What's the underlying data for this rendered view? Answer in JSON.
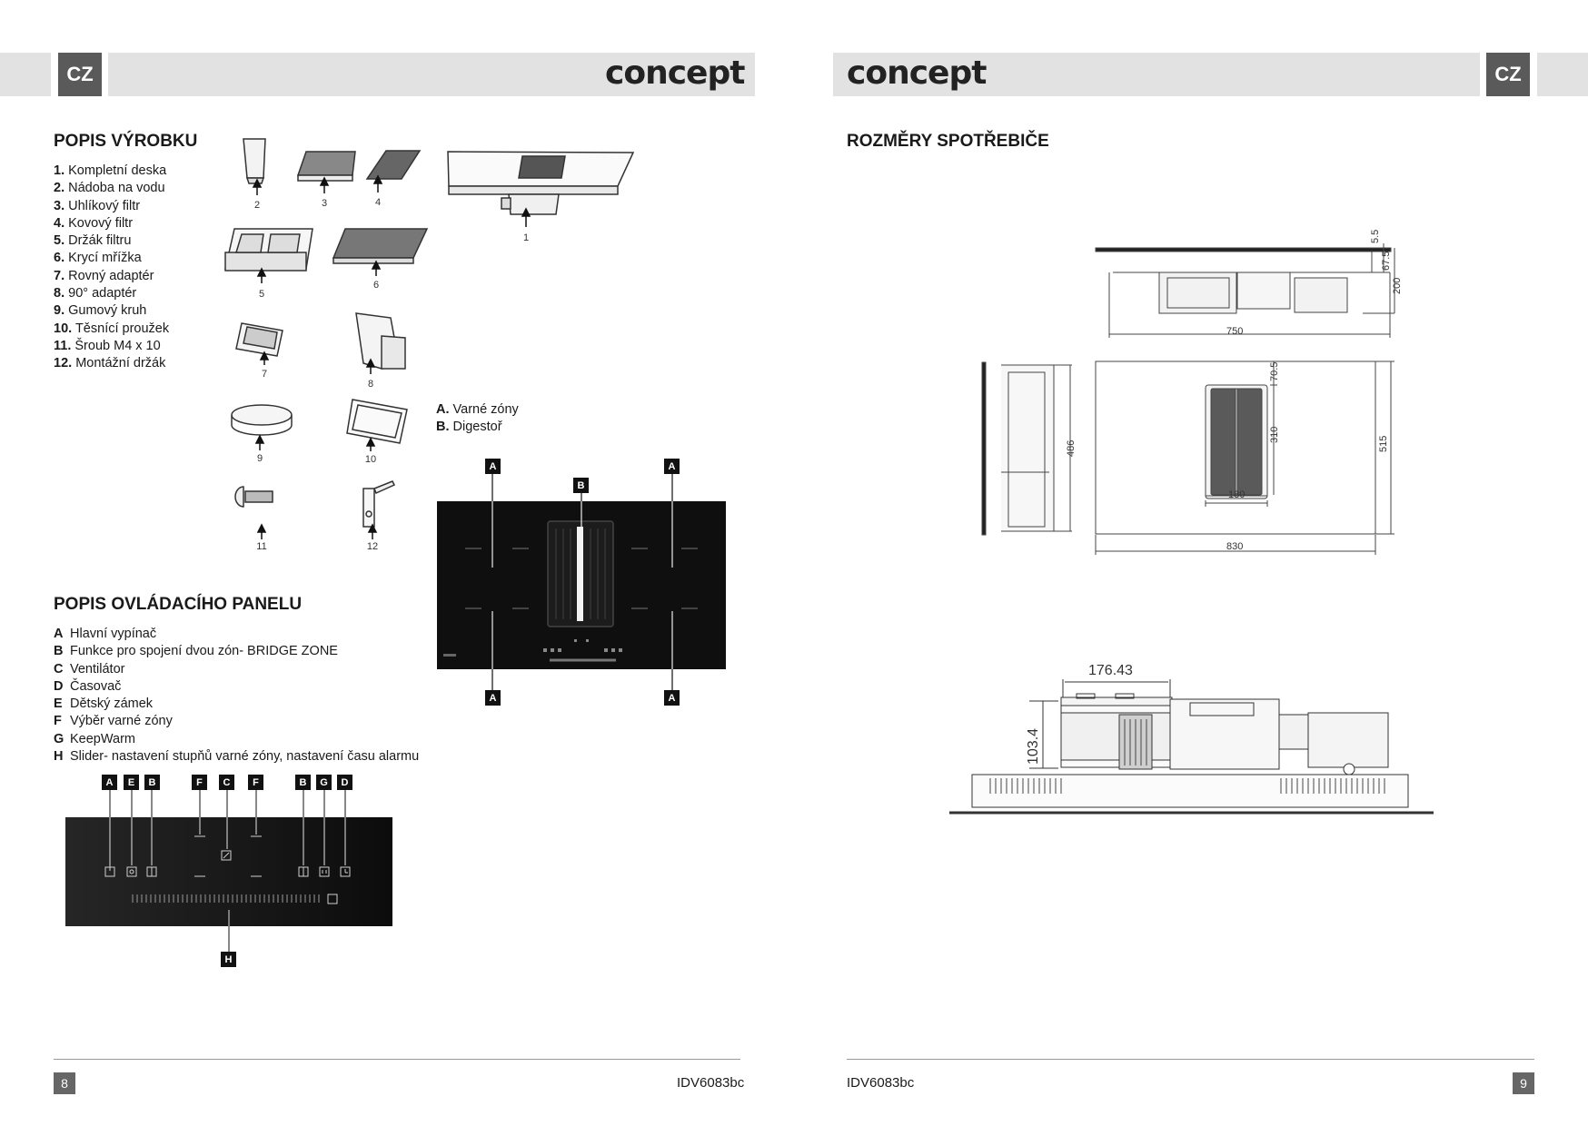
{
  "header": {
    "lang_left": "CZ",
    "lang_right": "CZ",
    "logo_left": "concept",
    "logo_right": "concept"
  },
  "left_page": {
    "product_title": "POPIS VÝROBKU",
    "parts": [
      {
        "num": "1.",
        "label": "Kompletní deska"
      },
      {
        "num": "2.",
        "label": "Nádoba na vodu"
      },
      {
        "num": "3.",
        "label": "Uhlíkový filtr"
      },
      {
        "num": "4.",
        "label": "Kovový filtr"
      },
      {
        "num": "5.",
        "label": "Držák filtru"
      },
      {
        "num": "6.",
        "label": "Krycí mřížka"
      },
      {
        "num": "7.",
        "label": "Rovný adaptér"
      },
      {
        "num": "8.",
        "label": "90° adaptér"
      },
      {
        "num": "9.",
        "label": "Gumový kruh"
      },
      {
        "num": "10.",
        "label": "Těsnící proužek"
      },
      {
        "num": "11.",
        "label": "Šroub M4 x 10"
      },
      {
        "num": "12.",
        "label": "Montážní držák"
      }
    ],
    "part_captions": [
      "1",
      "2",
      "3",
      "4",
      "5",
      "6",
      "7",
      "8",
      "9",
      "10",
      "11",
      "12"
    ],
    "zones": [
      {
        "key": "A.",
        "label": "Varné zóny"
      },
      {
        "key": "B.",
        "label": "Digestoř"
      }
    ],
    "zone_tags": [
      "A",
      "B",
      "A",
      "A",
      "A"
    ],
    "panel_title": "POPIS OVLÁDACÍHO PANELU",
    "controls": [
      {
        "key": "A",
        "label": "Hlavní vypínač"
      },
      {
        "key": "B",
        "label": "Funkce pro spojení dvou zón- BRIDGE ZONE"
      },
      {
        "key": "C",
        "label": "Ventilátor"
      },
      {
        "key": "D",
        "label": "Časovač"
      },
      {
        "key": "E",
        "label": "Dětský zámek"
      },
      {
        "key": "F",
        "label": "Výběr varné zóny"
      },
      {
        "key": "G",
        "label": "KeepWarm"
      },
      {
        "key": "H",
        "label": "Slider- nastavení stupňů varné zóny, nastavení času alarmu"
      }
    ],
    "panel_tags": [
      "A",
      "E",
      "B",
      "F",
      "C",
      "F",
      "B",
      "G",
      "D",
      "H"
    ],
    "page_number": "8",
    "model": "IDV6083bc"
  },
  "right_page": {
    "dims_title": "ROZMĚRY SPOTŘEBIČE",
    "dims_side": {
      "d1": "5.5",
      "d2": "67.5",
      "d3": "200",
      "width": "750"
    },
    "dims_top": {
      "depth_side": "486",
      "vent_offset": "70.5",
      "vent_len": "310",
      "vent_w": "180",
      "width": "830",
      "depth": "515"
    },
    "dims_section": {
      "w": "176.43",
      "h": "103.4"
    },
    "page_number": "9",
    "model": "IDV6083bc"
  }
}
